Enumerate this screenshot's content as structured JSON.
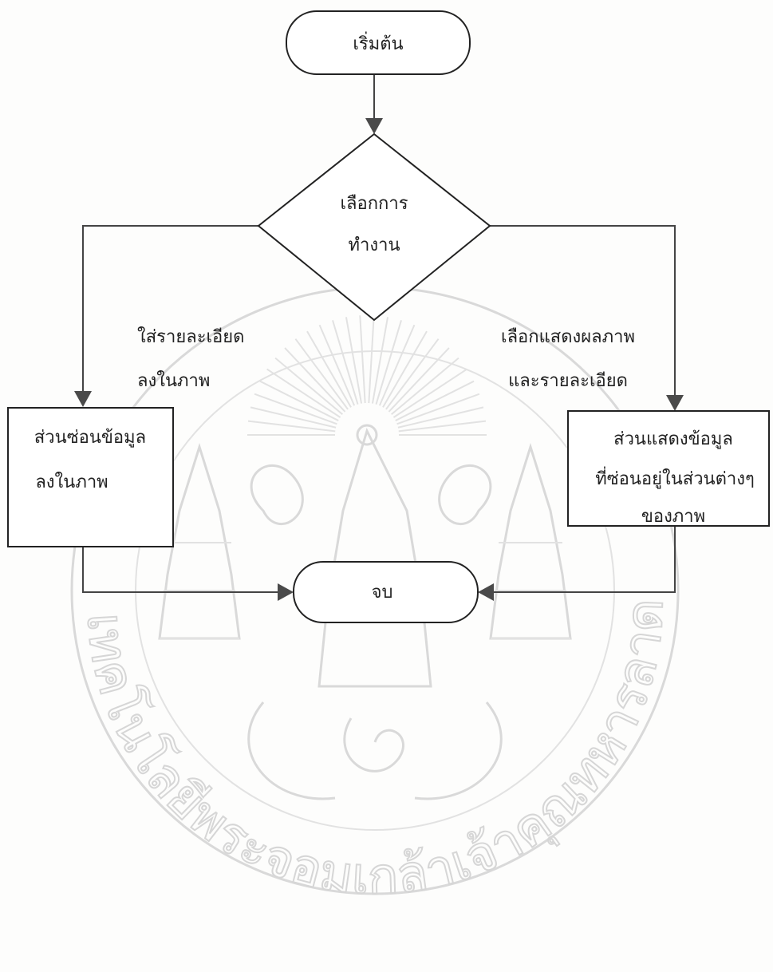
{
  "colors": {
    "background": "#fdfdfc",
    "shape_stroke": "#222222",
    "arrow": "#4a4a4a",
    "text": "#222222",
    "watermark": "#d9d9d9"
  },
  "flowchart": {
    "start": {
      "label": "เริ่มต้น"
    },
    "decision": {
      "lines": [
        "เลือกการ",
        "ทำงาน"
      ]
    },
    "left_branch": {
      "edge_lines": [
        "ใส่รายละเอียด",
        "ลงในภาพ"
      ],
      "process_lines": [
        "ส่วนซ่อนข้อมูล",
        "ลงในภาพ"
      ]
    },
    "right_branch": {
      "edge_lines": [
        "เลือกแสดงผลภาพ",
        "และรายละเอียด"
      ],
      "process_lines": [
        "ส่วนแสดงข้อมูล",
        "ที่ซ่อนอยู่ในส่วนต่างๆ",
        "ของภาพ"
      ]
    },
    "end": {
      "label": "จบ"
    }
  },
  "watermark": {
    "seal_text": "สถาบันเทคโนโลยีพระจอมเกล้าเจ้าคุณทหารลาดกระบัง",
    "icon": "university-seal-icon"
  }
}
